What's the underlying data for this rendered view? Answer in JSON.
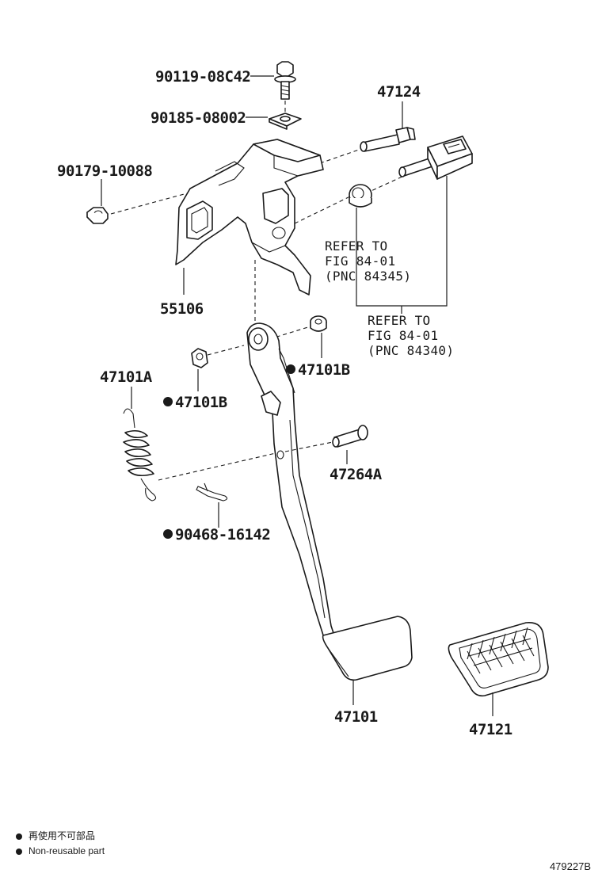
{
  "labels": {
    "p_90119": "90119-08C42",
    "p_90185": "90185-08002",
    "p_47124": "47124",
    "p_90179": "90179-10088",
    "p_55106": "55106",
    "ref1_l1": "REFER TO",
    "ref1_l2": "FIG 84-01",
    "ref1_l3": "(PNC 84345)",
    "ref2_l1": "REFER TO",
    "ref2_l2": "FIG 84-01",
    "ref2_l3": "(PNC 84340)",
    "p_47101B_a": "47101B",
    "p_47101A": "47101A",
    "p_47101B_b": "47101B",
    "p_47264A": "47264A",
    "p_90468": "90468-16142",
    "p_47101": "47101",
    "p_47121": "47121"
  },
  "legend": {
    "jp": "再使用不可部品",
    "en": "Non-reusable part"
  },
  "figure_id": "479227B"
}
